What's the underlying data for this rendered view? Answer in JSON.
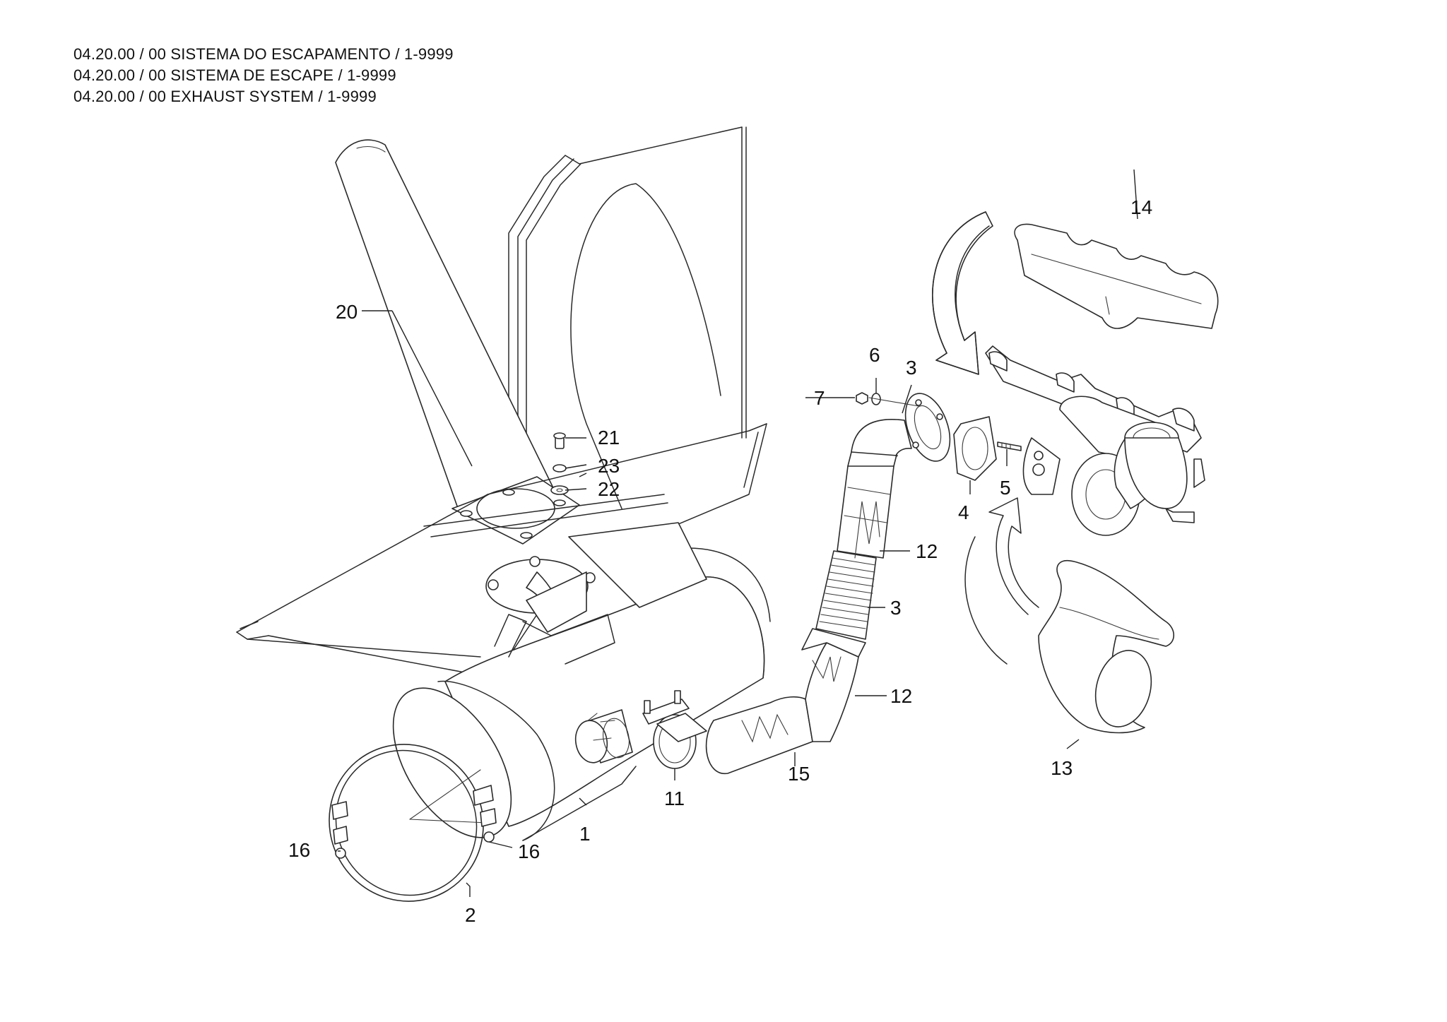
{
  "header": {
    "lines": [
      "04.20.00 / 00 SISTEMA DO ESCAPAMENTO / 1-9999",
      "04.20.00 / 00 SISTEMA DE ESCAPE / 1-9999",
      "04.20.00 / 00 EXHAUST SYSTEM / 1-9999"
    ]
  },
  "callouts": {
    "c1": "1",
    "c2": "2",
    "c3a": "3",
    "c3b": "3",
    "c4": "4",
    "c5": "5",
    "c6": "6",
    "c7": "7",
    "c11": "11",
    "c12a": "12",
    "c12b": "12",
    "c13": "13",
    "c14": "14",
    "c15": "15",
    "c16a": "16",
    "c16b": "16",
    "c20": "20",
    "c21": "21",
    "c22": "22",
    "c23": "23"
  }
}
